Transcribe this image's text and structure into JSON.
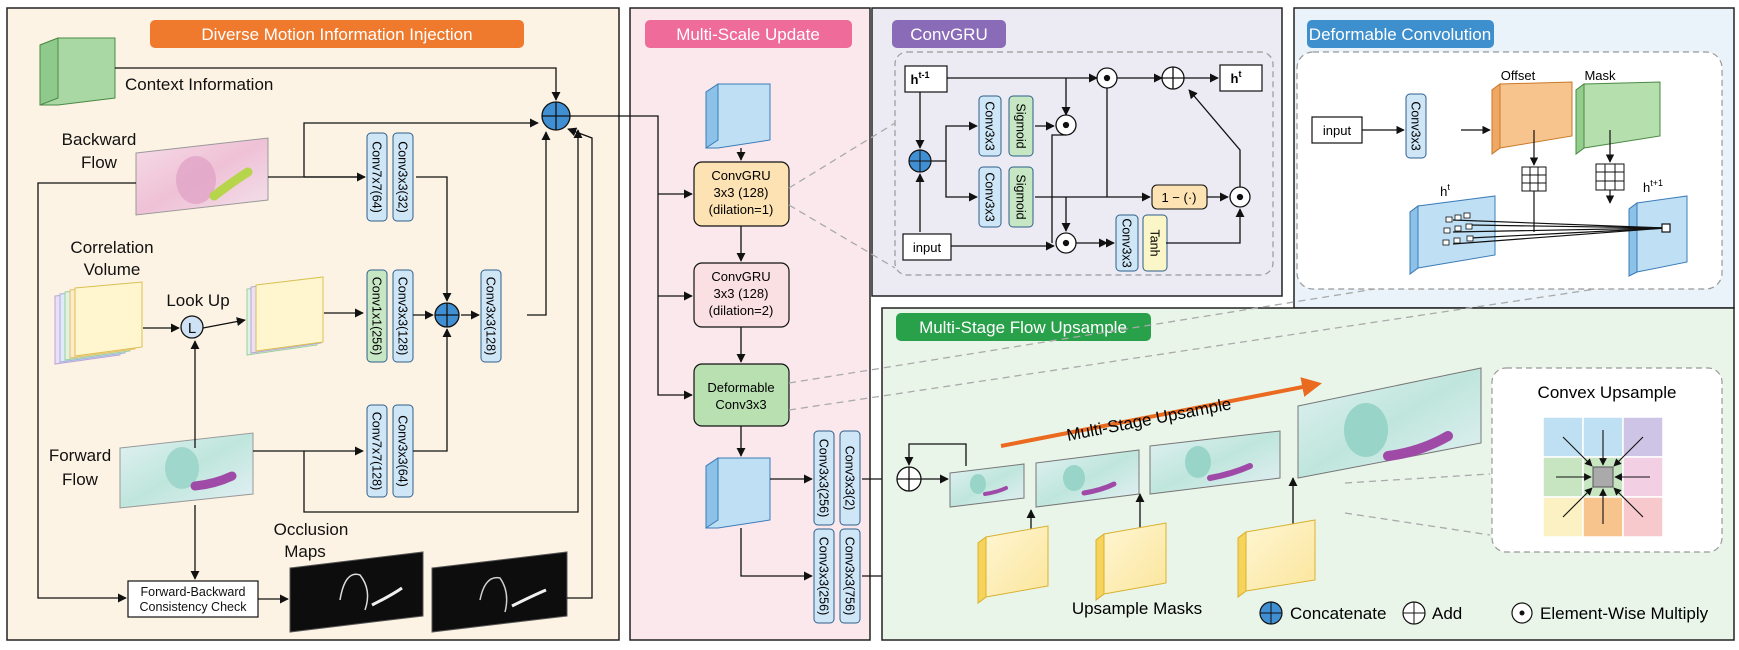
{
  "panels": {
    "motion_title": "Diverse Motion Information Injection",
    "multiscale_title": "Multi-Scale Update",
    "convgru_title": "ConvGRU",
    "deform_title": "Deformable Convolution",
    "upsample_title": "Multi-Stage Flow Upsample"
  },
  "motion": {
    "context_label": "Context Information",
    "backward_flow_label": [
      "Backward",
      "Flow"
    ],
    "correlation_label": [
      "Correlation",
      "Volume"
    ],
    "lookup_label": "Look Up",
    "lookup_symbol": "L",
    "forward_flow_label": [
      "Forward",
      "Flow"
    ],
    "occlusion_label": [
      "Occlusion",
      "Maps"
    ],
    "consistency_label": [
      "Forward-Backward",
      "Consistency Check"
    ],
    "layers": {
      "bwd_a": "Conv7x7(64)",
      "bwd_b": "Conv3x3(32)",
      "corr_a": "Conv1x1(256)",
      "corr_b": "Conv3x3(128)",
      "merge": "Conv3x3(128)",
      "fwd_a": "Conv7x7(128)",
      "fwd_b": "Conv3x3(64)"
    }
  },
  "multiscale": {
    "gru1": [
      "ConvGRU",
      "3x3 (128)",
      "(dilation=1)"
    ],
    "gru2": [
      "ConvGRU",
      "3x3 (128)",
      "(dilation=2)"
    ],
    "deform": [
      "Deformable",
      "Conv3x3"
    ],
    "head1_a": "Conv3x3(256)",
    "head1_b": "Conv3x3(2)",
    "head2_a": "Conv3x3(256)",
    "head2_b": "Conv3x3(756)"
  },
  "convgru": {
    "h_prev": "h",
    "h_prev_sup": "t-1",
    "h_next": "h",
    "h_next_sup": "t",
    "input": "input",
    "conv_a": "Conv3x3",
    "conv_b": "Conv3x3",
    "conv_c": "Conv3x3",
    "sigmoid_a": "Sigmoid",
    "sigmoid_b": "Sigmoid",
    "tanh": "Tanh",
    "one_minus": "1 − (·)"
  },
  "deformable": {
    "input": "input",
    "conv": "Conv3x3",
    "offset": "Offset",
    "mask": "Mask",
    "h_t": "h",
    "h_t_sup": "t",
    "h_t1": "h",
    "h_t1_sup": "t+1"
  },
  "upsample": {
    "arrow_label": "Multi-Stage Upsample",
    "masks_label": "Upsample Masks",
    "convex_label": "Convex Upsample"
  },
  "legend": {
    "concatenate": "Concatenate",
    "add": "Add",
    "multiply": "Element-Wise Multiply"
  },
  "colors": {
    "motion_bg": "#fdf3e4",
    "multiscale_bg": "#fbe8ec",
    "convgru_bg": "#ecebf4",
    "deform_bg": "#e9f3f9",
    "upsample_bg": "#eaf5ea",
    "orange_tag": "#ef7a2d",
    "pink_tag": "#ee6b9a",
    "purple_tag": "#8a6bb8",
    "blue_tag": "#3d8fcd",
    "green_tag": "#29a04a",
    "conv_blue": "#cfe6f7",
    "conv_green": "#c7e7c4",
    "gru_orange": "#fde2b3",
    "gru_pink": "#fbe0e3",
    "deform_green": "#b8e0b1",
    "concat_blue": "#3f8fd2",
    "arrow_orange": "#ea6a1f"
  }
}
